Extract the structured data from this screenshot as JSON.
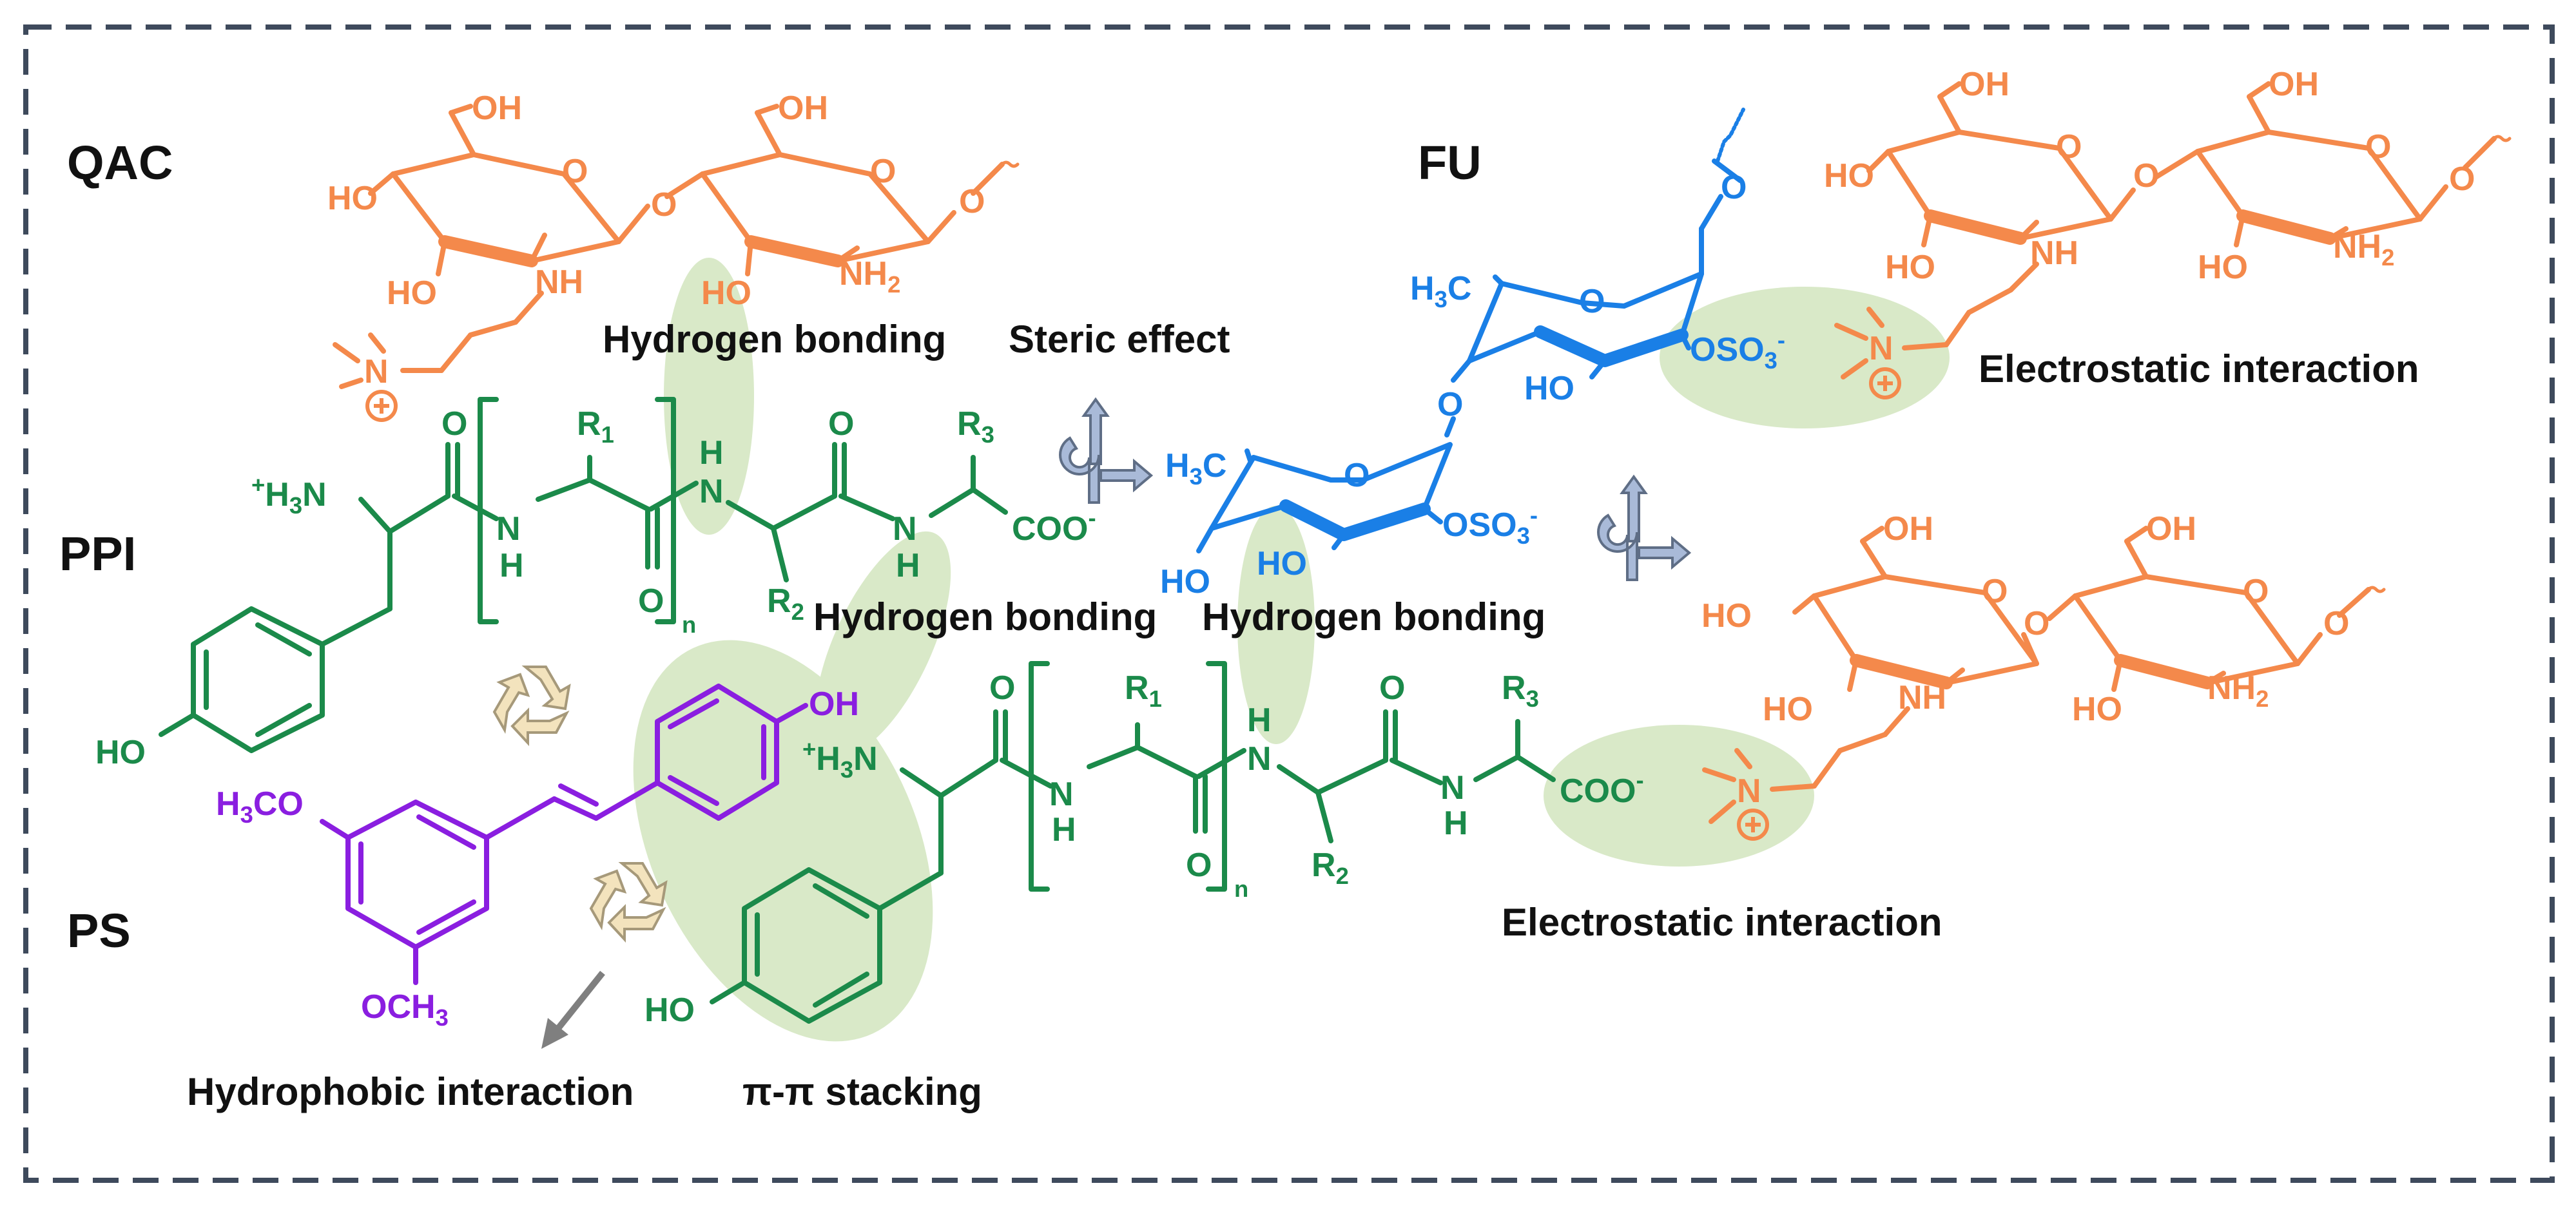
{
  "colors": {
    "qac": "#F4894B",
    "ppi": "#1B8A4A",
    "ps": "#8A1EE0",
    "fu": "#1A7FE6",
    "highlight": "#D9E9C8",
    "frame": "#3E4A5C",
    "icon": "#8FA3C7"
  },
  "labels": {
    "qac": "QAC",
    "fu": "FU",
    "ppi": "PPI",
    "ps": "PS"
  },
  "interactions": {
    "hbond1": "Hydrogen bonding",
    "steric": "Steric effect",
    "electro1": "Electrostatic interaction",
    "hbond2": "Hydrogen bonding",
    "hbond3": "Hydrogen bonding",
    "electro2": "Electrostatic interaction",
    "hydrophobic": "Hydrophobic interaction",
    "pipi": "π-π stacking"
  },
  "atoms": {
    "ho": "HO",
    "oh": "OH",
    "o": "O",
    "nh": "NH",
    "nh2": "NH",
    "n": "N",
    "h": "H",
    "r1": "R",
    "r2": "R",
    "r3": "R",
    "coo": "COO",
    "h3n": "H",
    "h3c": "H",
    "oso3": "OSO",
    "h3co": "H",
    "och3": "OCH",
    "sub_n": "n",
    "sub_1": "1",
    "sub_2": "2",
    "sub_3": "3"
  },
  "icons": {
    "recycle": "recycle-icon",
    "steric": "steric-effect-icon",
    "arrow": "arrow-icon",
    "charge": "positive-charge-icon"
  }
}
